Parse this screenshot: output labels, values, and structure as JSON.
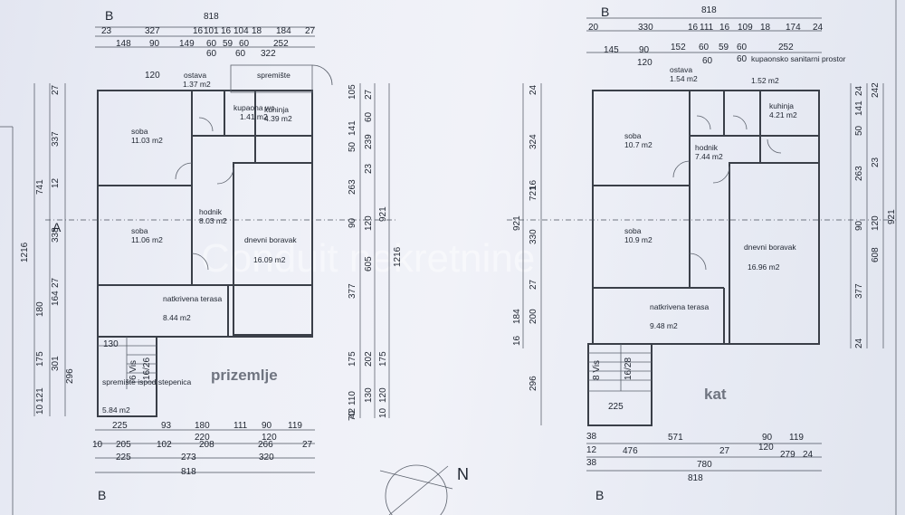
{
  "watermark": "Conduit nekretnine",
  "section_mark": "B",
  "axis_mark": "A",
  "ground": {
    "title": "prizemlje",
    "top_total": "818",
    "top_row1": [
      "23",
      "327",
      "16",
      "101",
      "16",
      "104",
      "18",
      "184",
      "27"
    ],
    "top_row2": [
      "148",
      "90",
      "149",
      "60",
      "59",
      "60",
      "252"
    ],
    "top_row3": [
      "60",
      "60",
      "322"
    ],
    "top_small": "120",
    "left_outer": [
      "1216"
    ],
    "left_mid": [
      "741",
      "338",
      "180",
      "175",
      "121",
      "10"
    ],
    "left_inner": [
      "27",
      "337",
      "12",
      "164",
      "27",
      "301"
    ],
    "left_extra": [
      "296"
    ],
    "right_outer": [
      "105",
      "141",
      "50",
      "239",
      "263",
      "120",
      "605",
      "202",
      "130",
      "120",
      "70"
    ],
    "right_mid": [
      "27",
      "60",
      "23",
      "90",
      "175",
      "110"
    ],
    "right_far": [
      "921",
      "1216",
      "377",
      "175",
      "42",
      "10"
    ],
    "bottom_row1": [
      "225",
      "93",
      "180",
      "111",
      "90",
      "119"
    ],
    "bottom_row2": [
      "220",
      "120"
    ],
    "bottom_row3": [
      "10",
      "205",
      "102",
      "208",
      "266",
      "27"
    ],
    "bottom_row4": [
      "225",
      "273",
      "320"
    ],
    "bottom_total": "818",
    "stair_labels": [
      "130",
      "6 Vis",
      "16/26"
    ],
    "rooms": [
      {
        "name": "ostava",
        "area": "1.37 m2"
      },
      {
        "name": "spremište",
        "area": ""
      },
      {
        "name": "kupaona wc",
        "area": "1.41 m2"
      },
      {
        "name": "kuhinja",
        "area": "4.39 m2"
      },
      {
        "name": "soba",
        "area": "11.03 m2"
      },
      {
        "name": "hodnik",
        "area": "8.03 m2"
      },
      {
        "name": "soba",
        "area": "11.06 m2"
      },
      {
        "name": "dnevni boravak",
        "area": "16.09 m2"
      },
      {
        "name": "natkrivena terasa",
        "area": "8.44 m2"
      },
      {
        "name": "spremište ispod stepenica",
        "area": "5.84 m2"
      }
    ]
  },
  "upper": {
    "title": "kat",
    "top_total": "818",
    "top_row1": [
      "20",
      "330",
      "16",
      "111",
      "16",
      "109",
      "18",
      "174",
      "24"
    ],
    "top_row2": [
      "145",
      "90",
      "152",
      "60",
      "59",
      "60",
      "252"
    ],
    "top_row3": [
      "120",
      "60",
      "60"
    ],
    "left_outer": [
      "921",
      "721"
    ],
    "left_mid": [
      "24",
      "324",
      "16",
      "330",
      "27",
      "200",
      "16"
    ],
    "left_inner": [
      "184",
      "296"
    ],
    "right_outer": [
      "24",
      "141",
      "50",
      "263",
      "90",
      "608",
      "377",
      "24"
    ],
    "right_mid": [
      "242",
      "23",
      "120",
      "921"
    ],
    "bottom_row1": [
      "571",
      "90",
      "119"
    ],
    "bottom_row2": [
      "476",
      "27",
      "120",
      "279",
      "24"
    ],
    "bottom_row3": [
      "38",
      "780"
    ],
    "bottom_total": "818",
    "bottom_small": [
      "38",
      "12",
      "38"
    ],
    "stair_width": "225",
    "stair_labels": [
      "8 Vis",
      "16/28"
    ],
    "rooms": [
      {
        "name": "ostava",
        "area": "1.54 m2"
      },
      {
        "name": "kupaonsko sanitarni prostor",
        "area": "1.52 m2"
      },
      {
        "name": "kuhinja",
        "area": "4.21 m2"
      },
      {
        "name": "soba",
        "area": "10.7 m2"
      },
      {
        "name": "hodnik",
        "area": "7.44 m2"
      },
      {
        "name": "soba",
        "area": "10.9 m2"
      },
      {
        "name": "dnevni boravak",
        "area": "16.96 m2"
      },
      {
        "name": "natkrivena terasa",
        "area": "9.48 m2"
      }
    ]
  },
  "compass": "N"
}
